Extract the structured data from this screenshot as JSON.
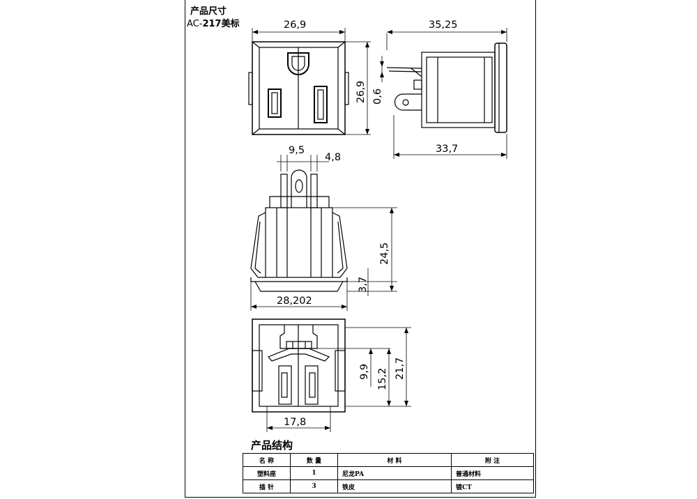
{
  "header": {
    "title": "产品尺寸",
    "model_prefix": "AC-",
    "model_bold": "217美标"
  },
  "dimensions": {
    "front_width": "26,9",
    "front_height": "26,9",
    "front_gap": "0,6",
    "side_overall": "35,25",
    "side_depth": "33,7",
    "pin_spacing": "9,5",
    "pin_width": "4,8",
    "body_height": "24,5",
    "flange": "3,7",
    "base_width": "28,202",
    "bottom_width": "17,8",
    "inner_a": "9,9",
    "inner_b": "15,2",
    "inner_c": "21,7"
  },
  "structure": {
    "title": "产品结构",
    "headers": [
      "名 称",
      "数 量",
      "材 料",
      "附 注"
    ],
    "rows": [
      [
        "塑料座",
        "1",
        "尼龙PA",
        "普通材料"
      ],
      [
        "插 针",
        "3",
        "铁皮",
        "镀CT"
      ]
    ]
  }
}
